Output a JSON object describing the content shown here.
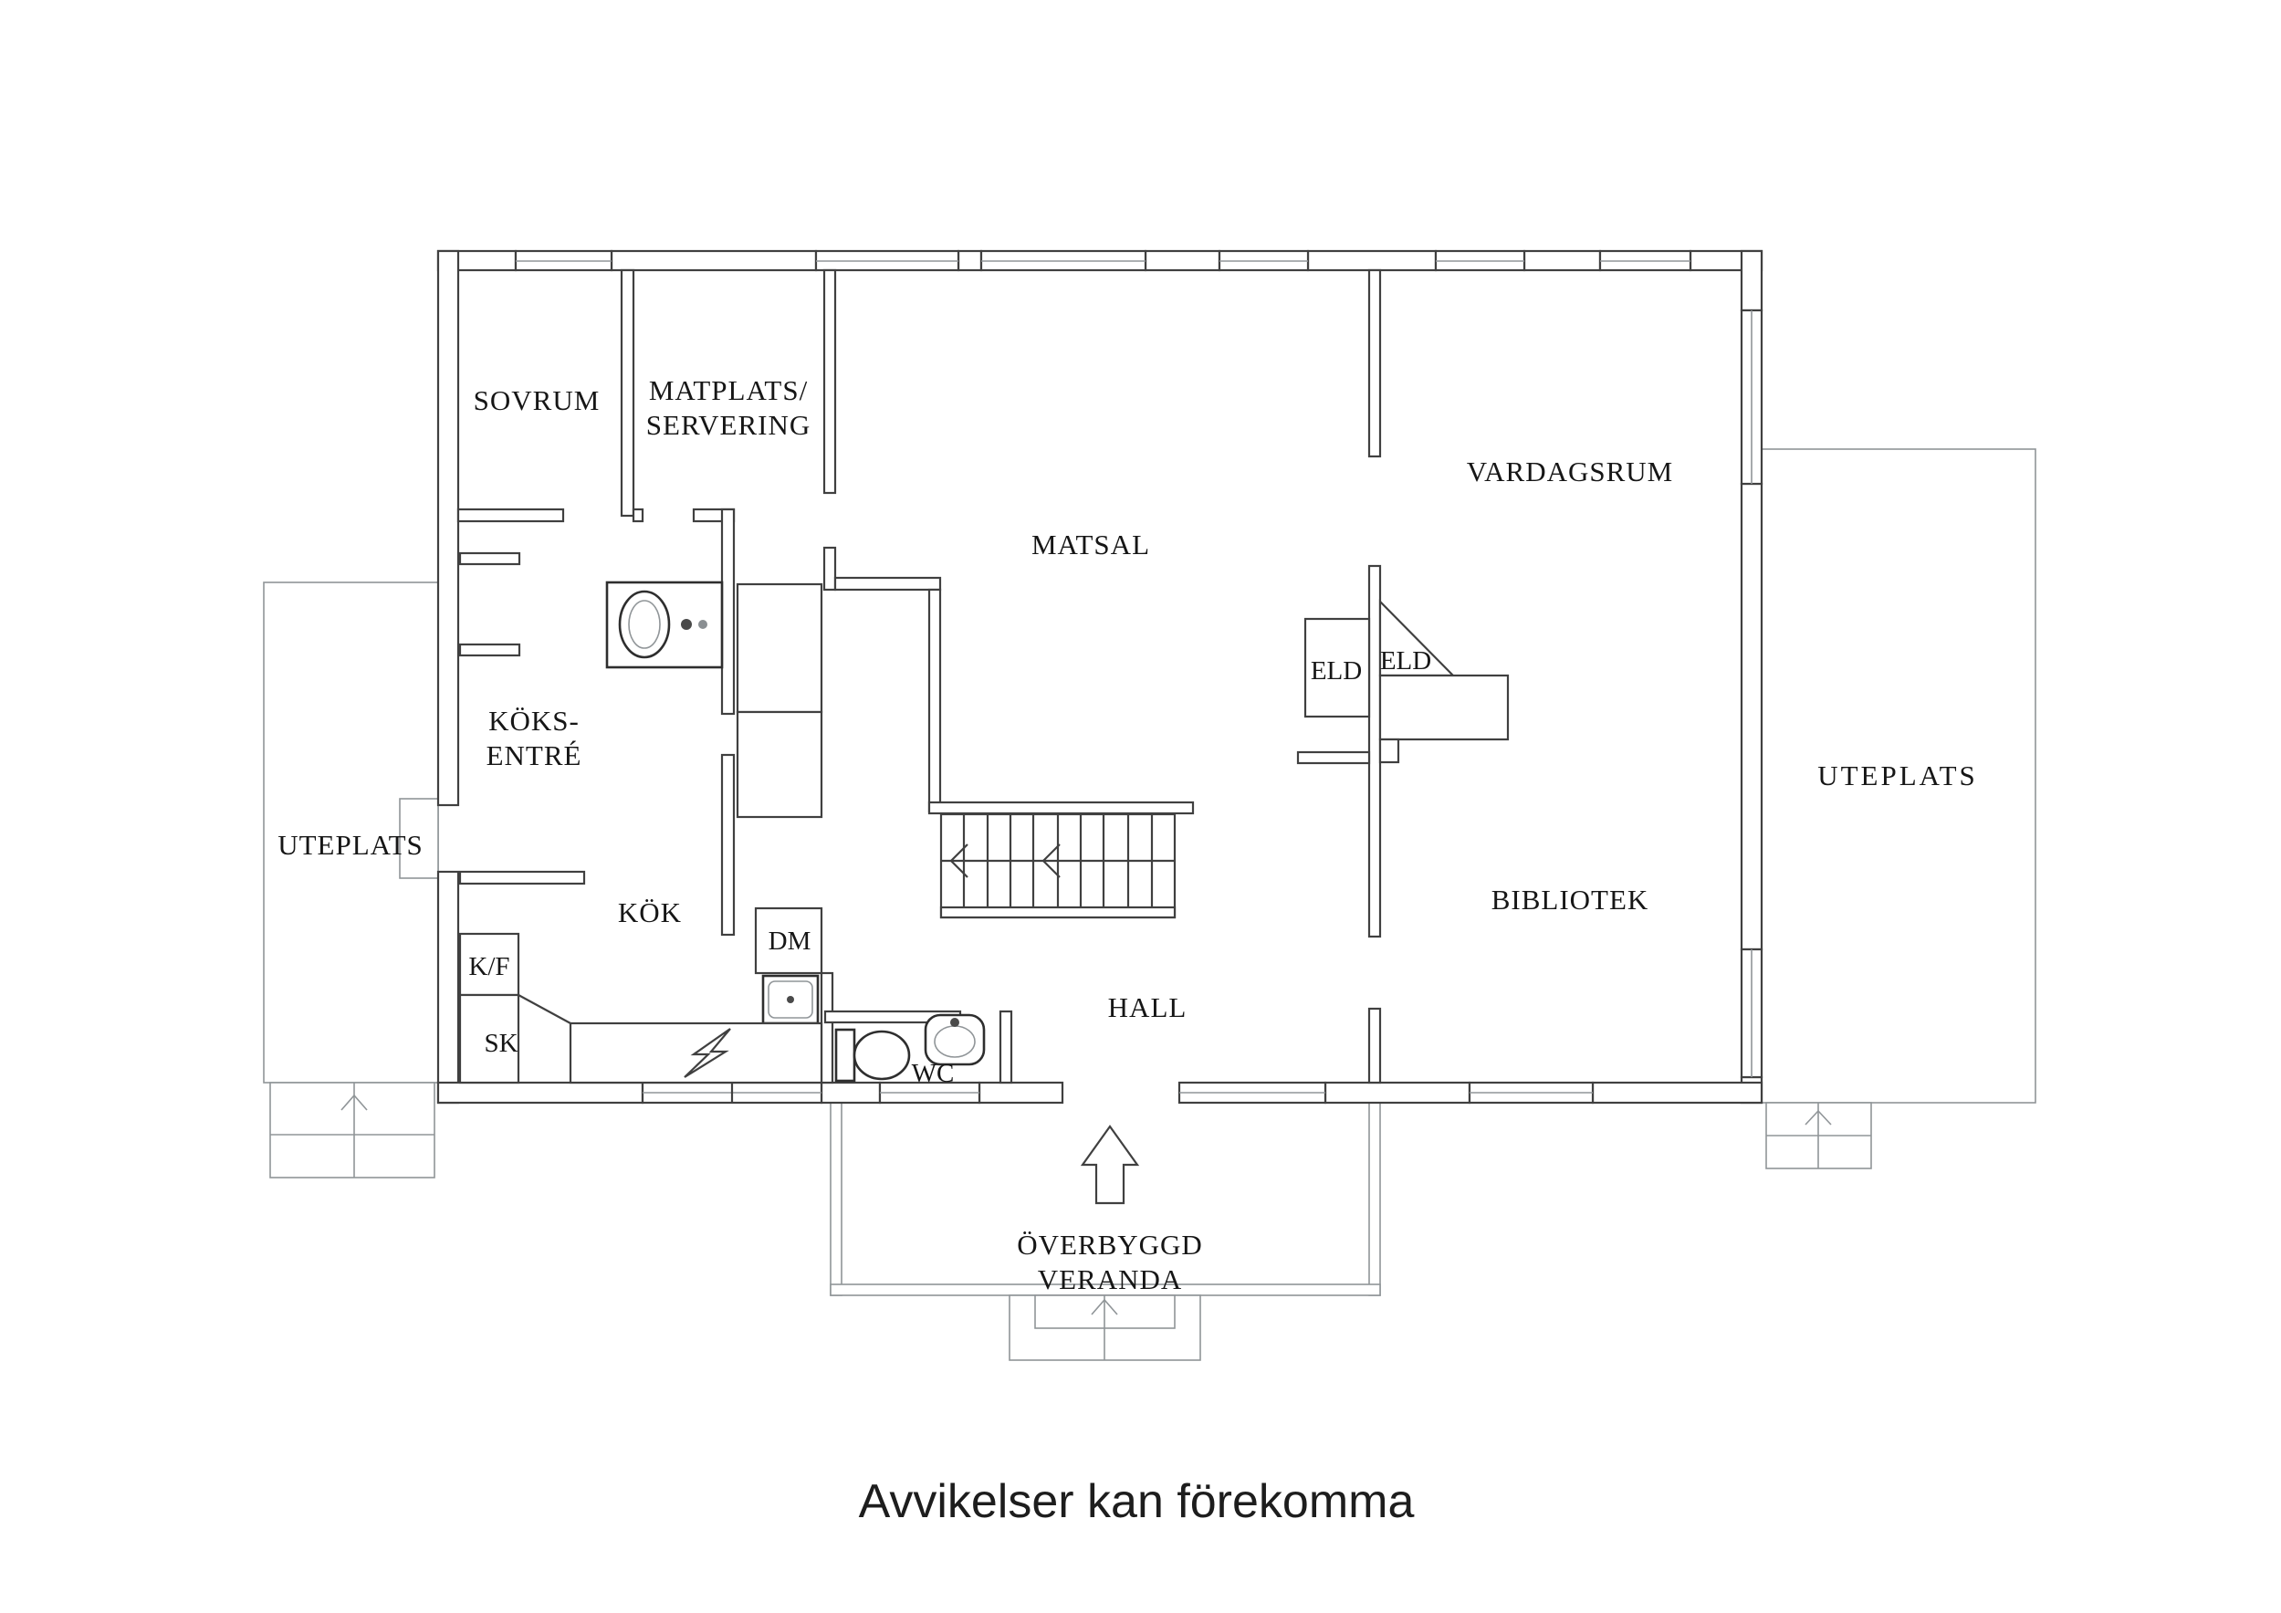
{
  "note": "Avvikelser kan förekomma",
  "labels": {
    "sovrum": "SOVRUM",
    "matplats_line1": "MATPLATS/",
    "matplats_line2": "SERVERING",
    "matsal": "MATSAL",
    "vardagsrum": "VARDAGSRUM",
    "koksentre_line1": "KÖKS-",
    "koksentre_line2": "ENTRÉ",
    "kok": "KÖK",
    "hall": "HALL",
    "bibliotek": "BIBLIOTEK",
    "uteplats_left": "UTEPLATS",
    "uteplats_right": "UTEPLATS",
    "veranda_line1": "ÖVERBYGGD",
    "veranda_line2": "VERANDA"
  },
  "fixtures": {
    "eld_left": "ELD",
    "eld_right": "ELD",
    "kf": "K/F",
    "sk": "SK",
    "dm": "DM",
    "wc": "WC"
  },
  "colors": {
    "ink": "#404040",
    "light_ink": "#909598",
    "background": "#ffffff",
    "text": "#161616"
  }
}
